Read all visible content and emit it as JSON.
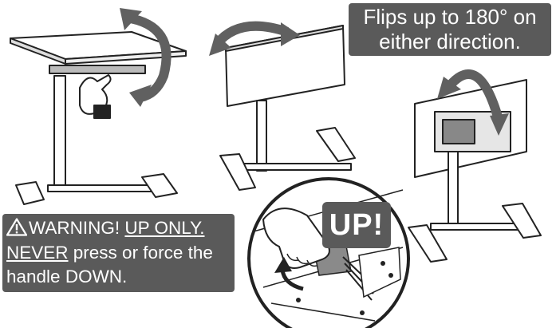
{
  "flip_banner": {
    "line1": "Flips up to 180° on",
    "line2": "either direction."
  },
  "warning": {
    "icon": "warning-triangle-icon",
    "line1_prefix": "WARNING! ",
    "line1_emphasis": "UP ONLY.",
    "line2_emphasis": "NEVER",
    "line2_rest": " press or force the",
    "line3": "handle DOWN."
  },
  "up_badge": {
    "label": "UP!"
  },
  "colors": {
    "callout_background": "#5a5a5a",
    "callout_text": "#ffffff",
    "arrow_gray": "#606060",
    "line_art": "#222222"
  }
}
